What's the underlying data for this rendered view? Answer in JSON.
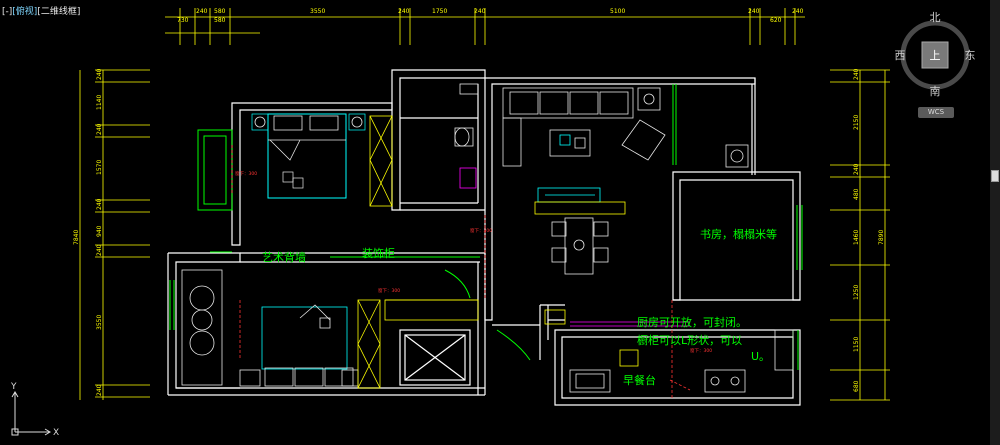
{
  "viewport_label": {
    "parts": [
      "[-]",
      "[俯视]",
      "[二维线框]"
    ]
  },
  "viewcube": {
    "north": "北",
    "south": "南",
    "east": "东",
    "west": "西",
    "top": "上",
    "wcs_label": "WCS"
  },
  "ucs": {
    "x": "X",
    "y": "Y"
  },
  "dimensions": {
    "top": [
      "240",
      "580",
      "3550",
      "240",
      "1750",
      "240",
      "5100",
      "240",
      "620",
      "240"
    ],
    "top_lower": [
      "730",
      "580"
    ],
    "left": [
      "240",
      "1140",
      "240",
      "1570",
      "240",
      "940",
      "240",
      "3550",
      "240"
    ],
    "left_total": "7840",
    "right": [
      "240",
      "2150",
      "240",
      "480",
      "1460",
      "1250",
      "1150",
      "680"
    ],
    "right_total": "7890"
  },
  "annotations": {
    "study": "书房，榻榻米等",
    "kitchen_1": "厨房可开放，可封闭。",
    "kitchen_2": "橱柜可以L形状，可以",
    "kitchen_3": "U。",
    "breakfast": "早餐台",
    "art_wall": "艺术背墙",
    "decor_cabinet": "装饰柜",
    "height_note": "窗下：300"
  },
  "colors": {
    "wall": "#ffffff",
    "dim": "#ffff00",
    "text": "#00ff00",
    "furniture": "#00ffff",
    "accent": "#ff00ff",
    "red": "#ff3333"
  }
}
